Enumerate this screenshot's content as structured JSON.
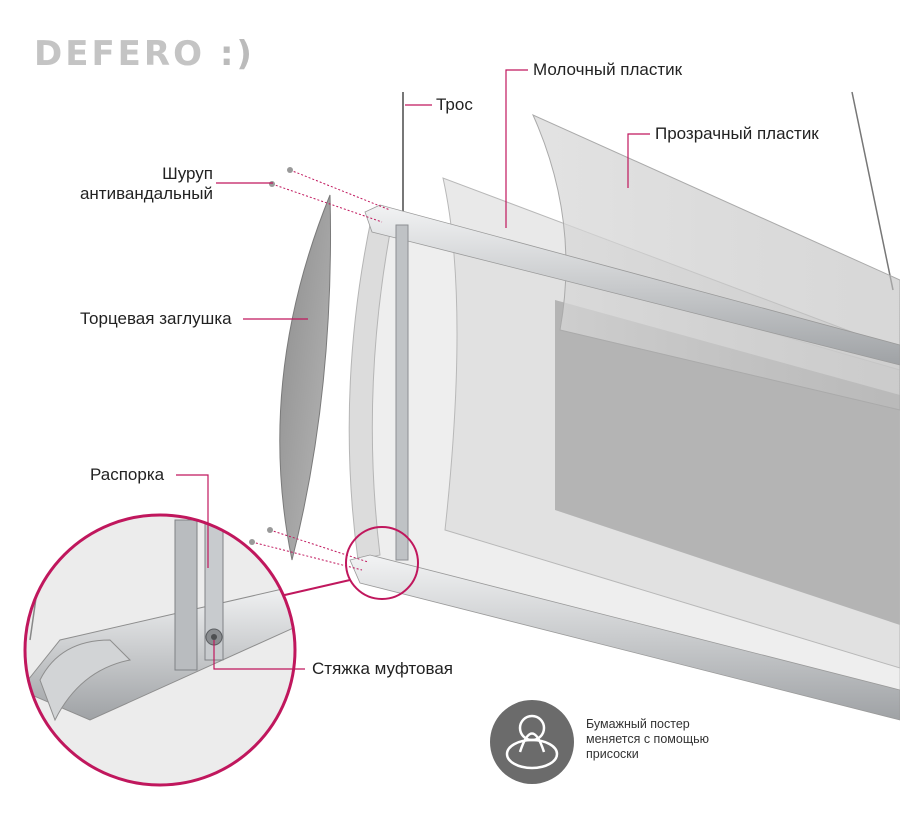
{
  "logo": {
    "text": "DEFERO",
    "smile": ":)"
  },
  "labels": {
    "milk_plastic": "Молочный пластик",
    "cable": "Трос",
    "clear_plastic": "Прозрачный пластик",
    "screw_line1": "Шуруп",
    "screw_line2": "антивандальный",
    "end_cap": "Торцевая заглушка",
    "spacer": "Распорка",
    "coupling": "Стяжка муфтовая"
  },
  "note": {
    "lines": [
      "Бумажный постер",
      "меняется с помощью",
      "присоски"
    ]
  },
  "colors": {
    "accent": "#c0175d",
    "logo": "#c4c4c4",
    "icon_bg": "#6b6b6b",
    "panel_dark": "#8a8a8a",
    "aluminium": "#d6d8da"
  }
}
